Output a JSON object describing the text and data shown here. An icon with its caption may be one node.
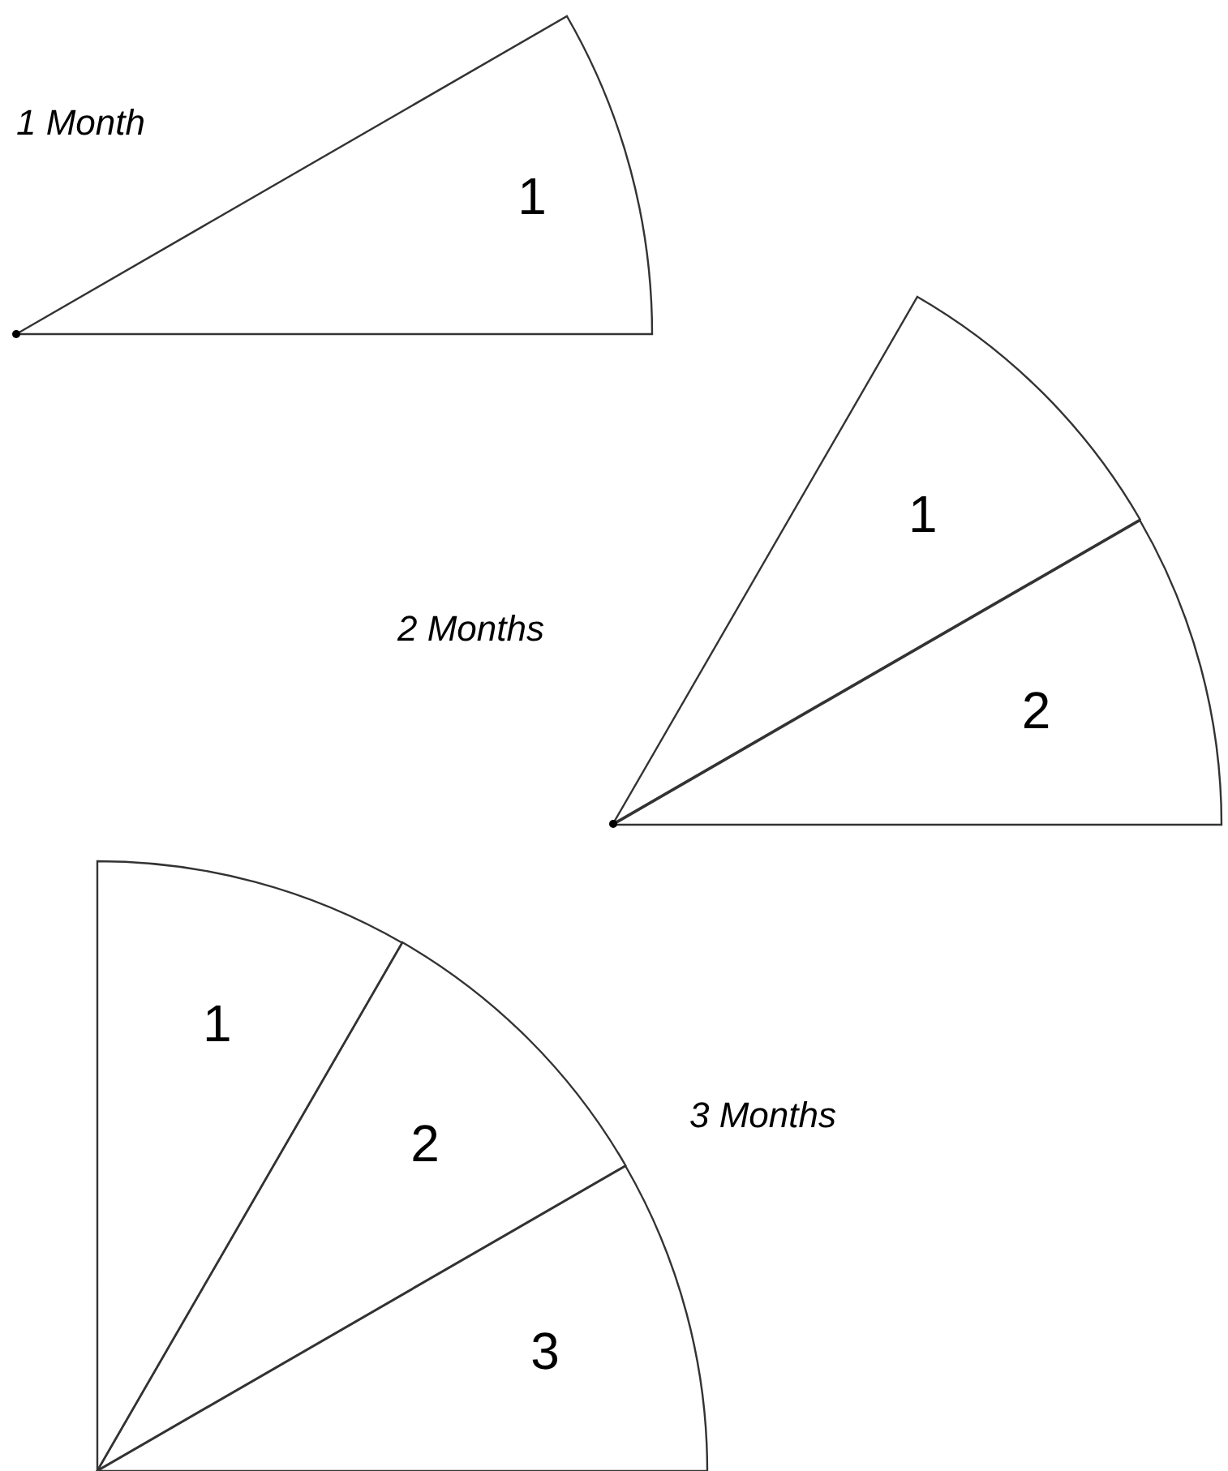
{
  "diagram": {
    "nodes": [
      {
        "text": [
          "1"
        ]
      },
      {
        "text": [
          "1"
        ]
      },
      {
        "text": [
          "2"
        ]
      },
      {
        "text": [
          "1"
        ]
      },
      {
        "text": [
          "2"
        ]
      },
      {
        "text": [
          "3"
        ]
      }
    ],
    "labels": [
      "1 Month",
      "2 Months",
      "3 Months"
    ]
  }
}
